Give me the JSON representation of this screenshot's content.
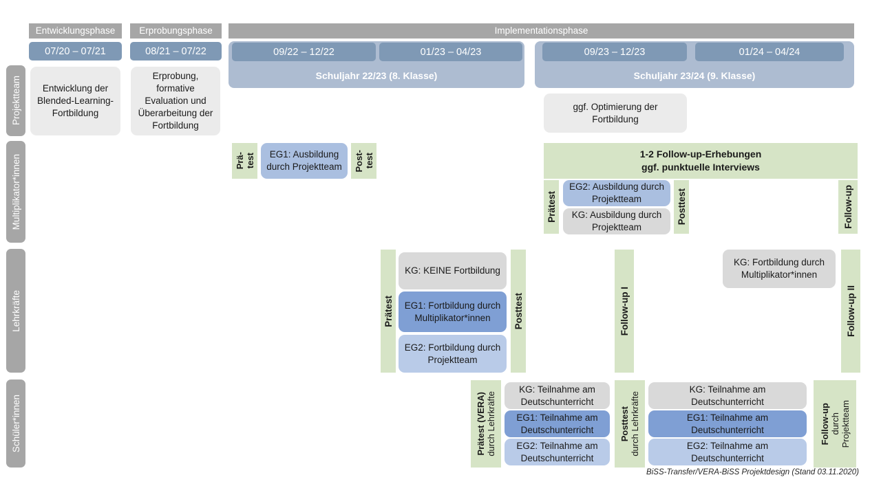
{
  "diagram": {
    "title": "BiSS-Transfer/VERA-BiSS Projektdesign",
    "footer": "BiSS-Transfer/VERA-BiSS Projektdesign (Stand 03.11.2020)",
    "colors": {
      "phase_header": "#a6a6a6",
      "date_chip": "#7f99b5",
      "year_band": "#adbcd1",
      "grey_light": "#ebebeb",
      "grey_dark": "#d9d9d9",
      "blue_dark": "#7f9fd4",
      "blue_mid": "#aabfe0",
      "blue_light": "#b9cbe8",
      "green": "#d6e4c6",
      "sidebar": "#a6a6a6"
    }
  },
  "phases": [
    {
      "name": "Entwicklungsphase",
      "period": "07/20 – 07/21"
    },
    {
      "name": "Erprobungsphase",
      "period": "08/21 – 07/22"
    },
    {
      "name": "Implementationsphase",
      "period": ""
    }
  ],
  "school_years": [
    {
      "label": "Schuljahr 22/23 (8. Klasse)",
      "periods": [
        "09/22 – 12/22",
        "01/23 – 04/23"
      ]
    },
    {
      "label": "Schuljahr 23/24 (9. Klasse)",
      "periods": [
        "09/23 – 12/23",
        "01/24 – 04/24"
      ]
    }
  ],
  "sidebar": {
    "items": [
      {
        "label": "Projektteam"
      },
      {
        "label": "Multiplikator*innen"
      },
      {
        "label": "Lehrkräfte"
      },
      {
        "label": "Schüler*innen"
      }
    ]
  },
  "rows": {
    "projektteam": {
      "entwicklung": "Entwicklung der Blended-Learning-Fortbildung",
      "erprobung": "Erprobung, formative Evaluation und Überarbeitung der Fortbildung",
      "optimierung": "ggf. Optimierung der Fortbildung"
    },
    "multiplikatoren": {
      "praetest_short_l1": "Prä-",
      "praetest_short_l2": "test",
      "posttest_short_l1": "Post-",
      "posttest_short_l2": "test",
      "eg1": "EG1: Ausbildung durch Projektteam",
      "followup_banner_l1": "1-2 Follow-up-Erhebungen",
      "followup_banner_l2": "ggf. punktuelle Interviews",
      "praetest": "Prätest",
      "posttest": "Posttest",
      "eg2": "EG2: Ausbildung durch Projektteam",
      "kg": "KG: Ausbildung durch Projektteam",
      "followup": "Follow-up"
    },
    "lehrkraefte": {
      "praetest": "Prätest",
      "posttest": "Posttest",
      "kg": "KG:  KEINE Fortbildung",
      "eg1": "EG1: Fortbildung durch Multiplikator*innen",
      "eg2": "EG2: Fortbildung durch Projektteam",
      "followup_1": "Follow-up I",
      "followup_2": "Follow-up II",
      "kg_followup": "KG: Fortbildung durch Multiplikator*innen"
    },
    "schueler": {
      "praetest_main": "Prätest (VERA)",
      "praetest_sub": "durch Lehrkräfte",
      "posttest_main": "Posttest",
      "posttest_sub": "durch Lehrkräfte",
      "followup_main": "Follow-up",
      "followup_sub1": "durch",
      "followup_sub2": "Projektteam",
      "block1": {
        "kg": "KG: Teilnahme am Deutschunterricht",
        "eg1": "EG1: Teilnahme am Deutschunterricht",
        "eg2": "EG2: Teilnahme am Deutschunterricht"
      },
      "block2": {
        "kg": "KG: Teilnahme am Deutschunterricht",
        "eg1": "EG1: Teilnahme am Deutschunterricht",
        "eg2": "EG2: Teilnahme am Deutschunterricht"
      }
    }
  }
}
